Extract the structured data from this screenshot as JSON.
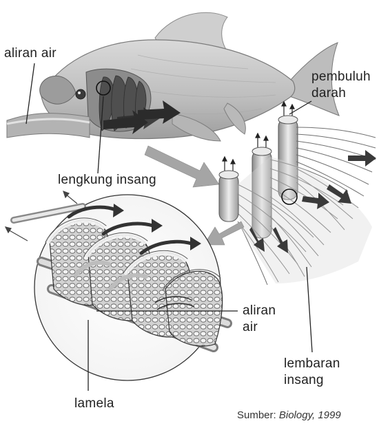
{
  "labels": {
    "aliran_air_top": "aliran air",
    "pembuluh_line1": "pembuluh",
    "pembuluh_line2": "darah",
    "lengkung_insang": "lengkung insang",
    "aliran_air_mid_line1": "aliran",
    "aliran_air_mid_line2": "air",
    "lembaran_line1": "lembaran",
    "lembaran_line2": "insang",
    "lamela": "lamela"
  },
  "source": {
    "prefix": "Sumber:",
    "citation": "Biology, 1999"
  },
  "colors": {
    "fish_body": "#c9c9c9",
    "fish_dark": "#6b6b6b",
    "gill_red": "#5a5a5a",
    "arrow_dark": "#2b2b2b",
    "arrow_light": "#a8a8a8",
    "line": "#222222"
  }
}
